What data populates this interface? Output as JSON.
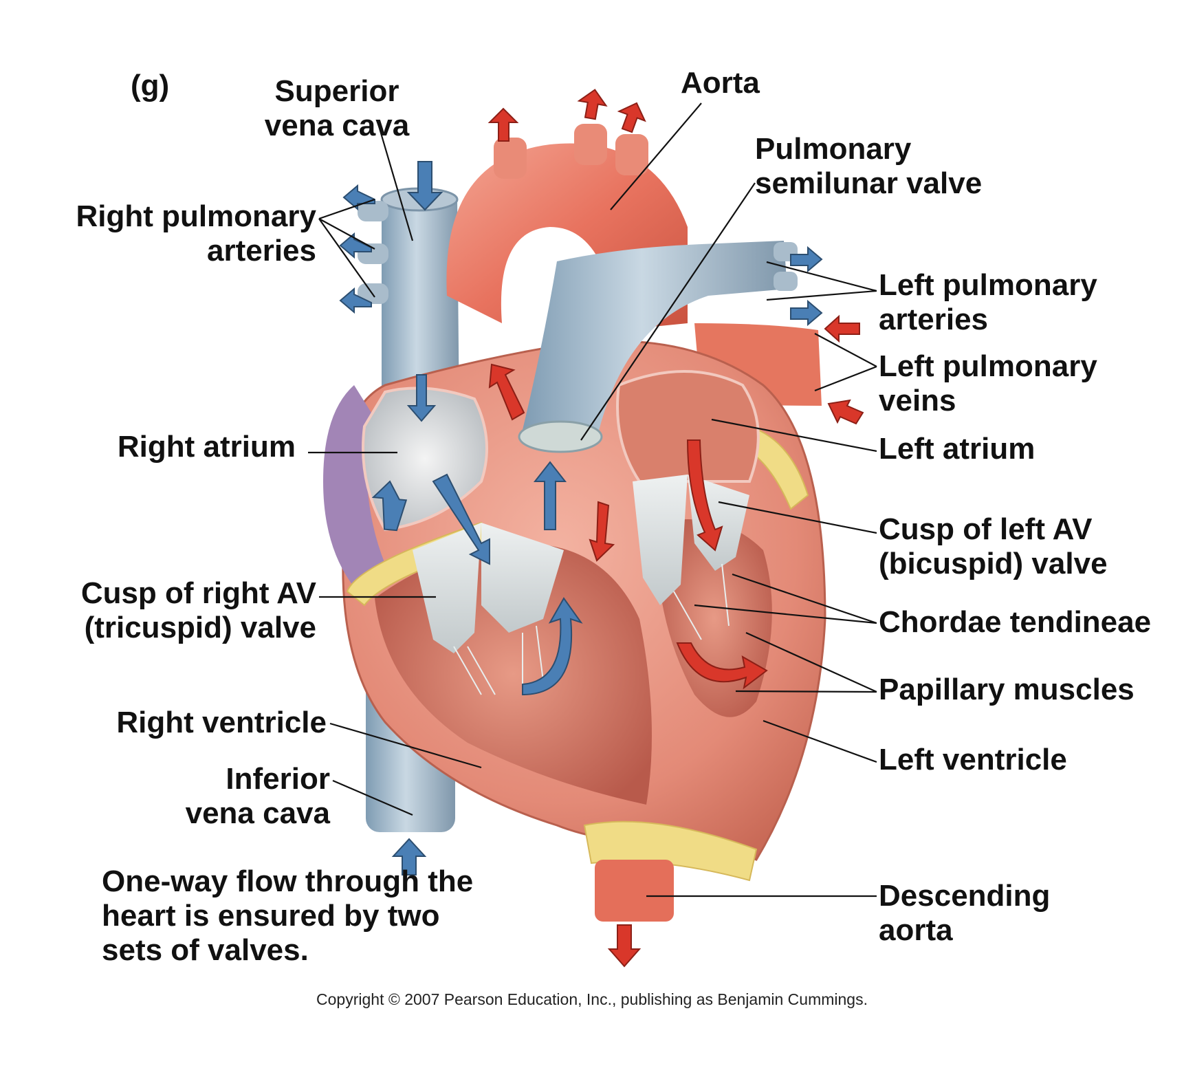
{
  "panel_letter": "(g)",
  "labels": {
    "superior_vena_cava": [
      "Superior",
      "vena cava"
    ],
    "aorta": [
      "Aorta"
    ],
    "pulmonary_semilunar_valve": [
      "Pulmonary",
      "semilunar valve"
    ],
    "right_pulmonary_arteries": [
      "Right pulmonary",
      "arteries"
    ],
    "left_pulmonary_arteries": [
      "Left pulmonary",
      "arteries"
    ],
    "left_pulmonary_veins": [
      "Left pulmonary",
      "veins"
    ],
    "right_atrium": [
      "Right atrium"
    ],
    "left_atrium": [
      "Left atrium"
    ],
    "cusp_left_av": [
      "Cusp of left  AV",
      "(bicuspid) valve"
    ],
    "cusp_right_av": [
      "Cusp of right AV",
      "(tricuspid) valve"
    ],
    "chordae_tendineae": [
      "Chordae tendineae"
    ],
    "papillary_muscles": [
      "Papillary muscles"
    ],
    "right_ventricle": [
      "Right  ventricle"
    ],
    "left_ventricle": [
      "Left ventricle"
    ],
    "inferior_vena_cava": [
      "Inferior",
      "vena cava"
    ],
    "descending_aorta": [
      "Descending",
      "aorta"
    ]
  },
  "caption": [
    "One-way flow through the",
    "heart is ensured by two",
    "sets of valves."
  ],
  "copyright": "Copyright © 2007 Pearson Education, Inc., publishing as Benjamin Cummings.",
  "colors": {
    "oxygen_poor_blood": "#4a7fb5",
    "oxygen_rich_blood": "#d9372a",
    "vessel_blue": "#9fb6c8",
    "heart_muscle": "#e58f7d",
    "fat": "#f0dc86",
    "atrium_purple": "#a285b6",
    "label_text": "#111111"
  },
  "icons": {
    "blue_arrow": "blood-flow-arrow-icon",
    "red_arrow": "blood-flow-arrow-icon"
  }
}
